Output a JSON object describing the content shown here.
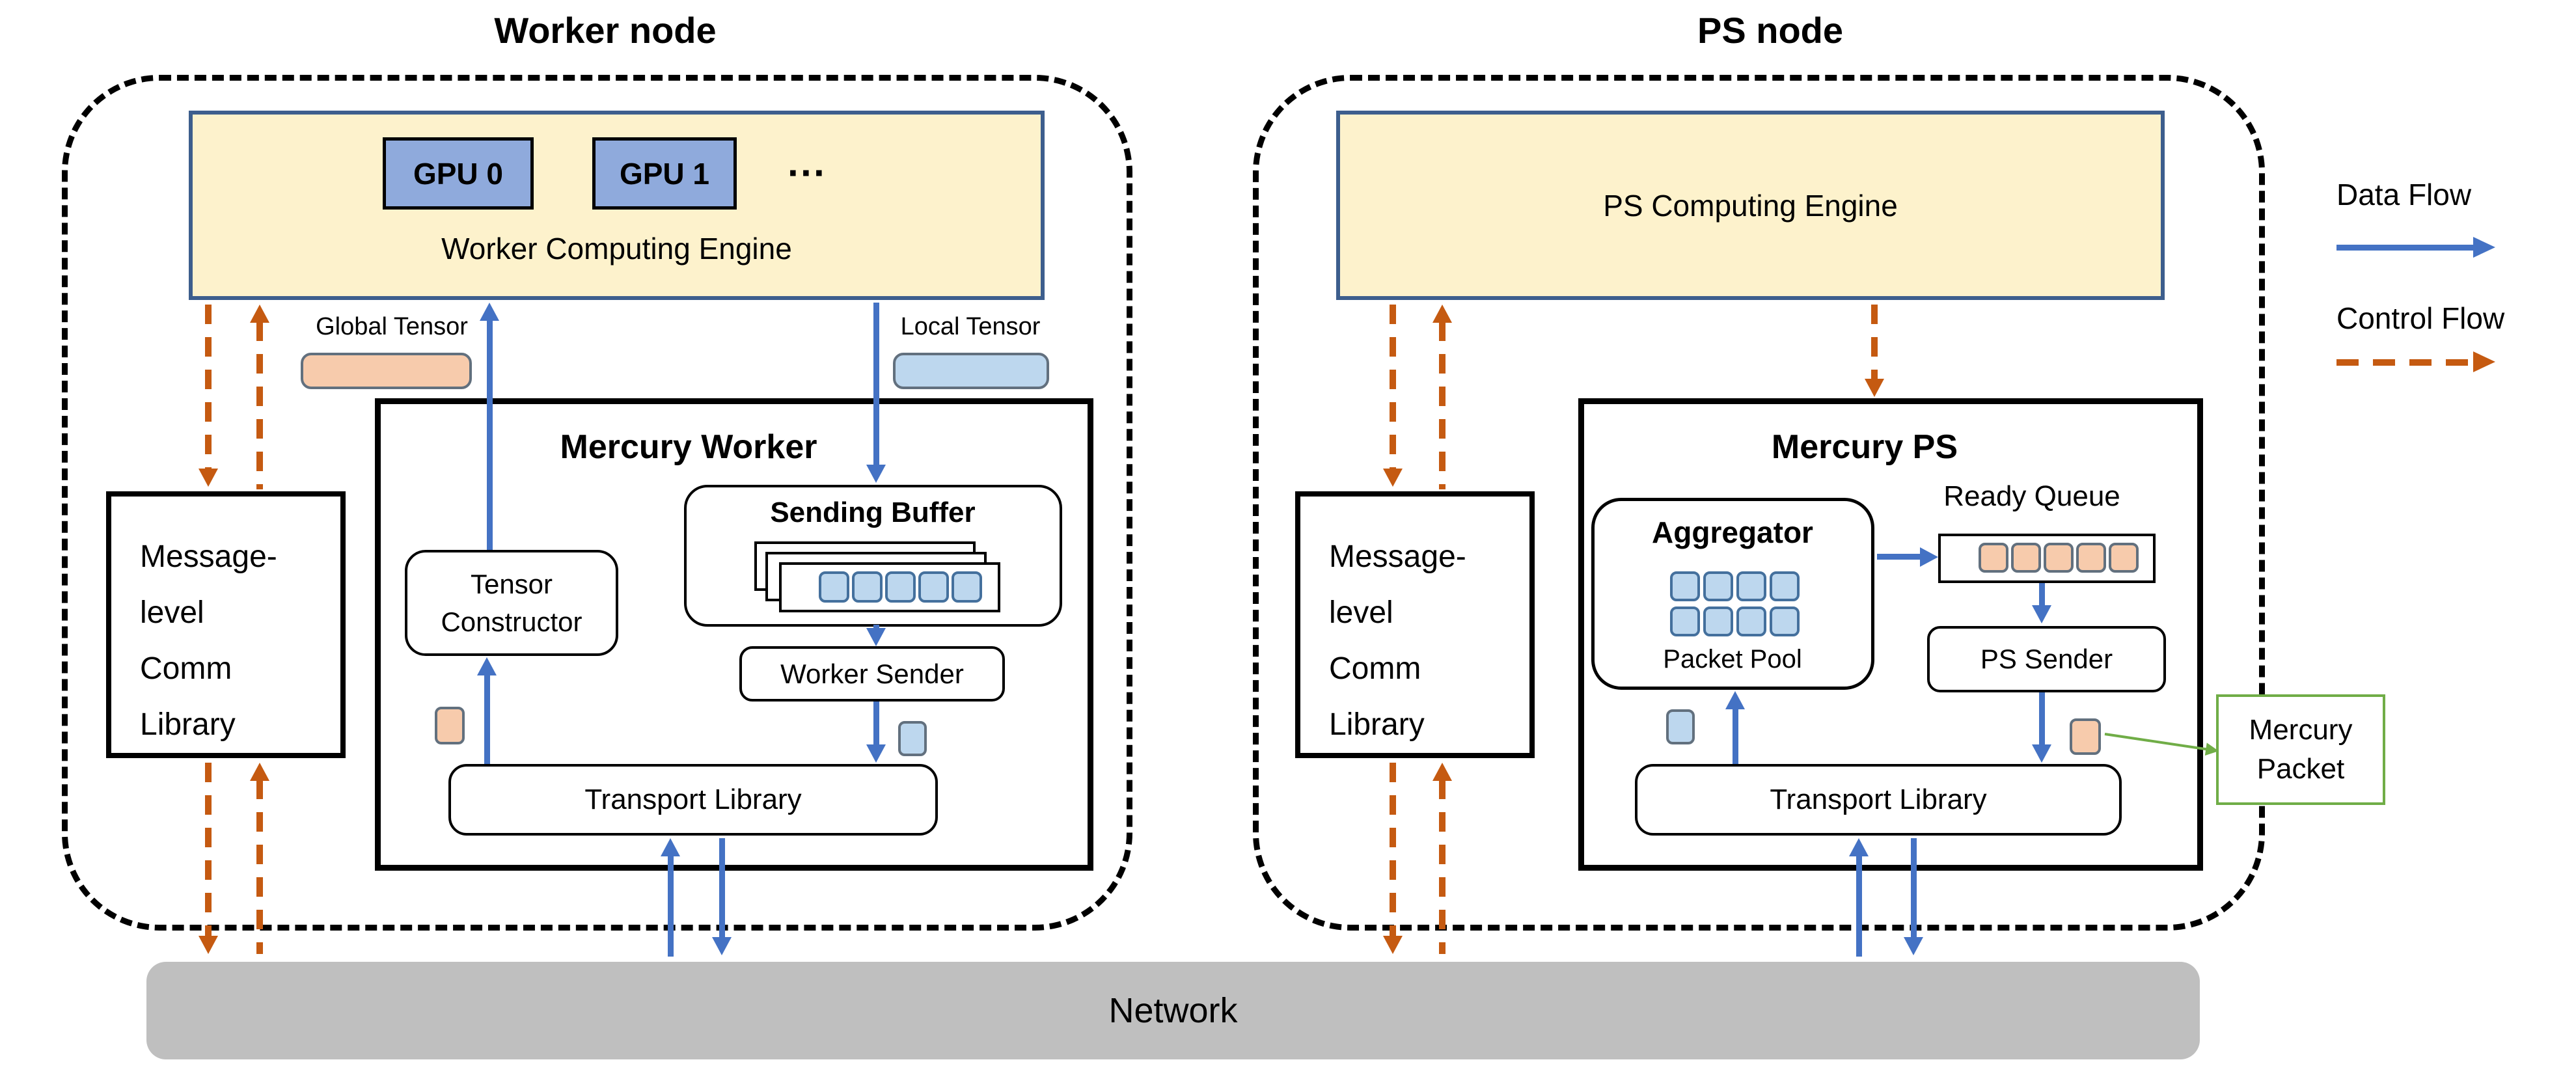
{
  "worker_node": {
    "title": "Worker node",
    "engine": {
      "label": "Worker Computing Engine",
      "gpu0": "GPU 0",
      "gpu1": "GPU 1",
      "more": "···"
    },
    "global_tensor": "Global Tensor",
    "local_tensor": "Local Tensor",
    "comm_library": {
      "line1": "Message-",
      "line2": "level",
      "line3": "Comm",
      "line4": "Library"
    },
    "mercury": {
      "title": "Mercury Worker",
      "tensor_constructor_line1": "Tensor",
      "tensor_constructor_line2": "Constructor",
      "sending_buffer": {
        "label": "Sending Buffer",
        "cell_count": 5
      },
      "worker_sender": "Worker Sender",
      "transport_library": "Transport Library"
    }
  },
  "ps_node": {
    "title": "PS node",
    "engine": {
      "label": "PS Computing Engine"
    },
    "comm_library": {
      "line1": "Message-",
      "line2": "level",
      "line3": "Comm",
      "line4": "Library"
    },
    "mercury": {
      "title": "Mercury PS",
      "aggregator": {
        "label": "Aggregator",
        "pool_label": "Packet Pool",
        "cell_count": 8
      },
      "ready_queue": {
        "label": "Ready Queue",
        "cell_count": 5
      },
      "ps_sender": "PS Sender",
      "transport_library": "Transport Library"
    },
    "mercury_packet": {
      "line1": "Mercury",
      "line2": "Packet"
    }
  },
  "network": {
    "label": "Network"
  },
  "legend": {
    "data_flow": "Data Flow",
    "control_flow": "Control Flow"
  },
  "colors": {
    "data_flow": "#4472C4",
    "control_flow": "#C55A11",
    "engine_fill": "#FDF2CC",
    "engine_border": "#3D5E8D",
    "gpu_fill": "#8FAADC",
    "tensor_blue": "#BDD7EE",
    "tensor_peach": "#F7CBAC",
    "network_gray": "#BFBFBF",
    "packet_green": "#70AD47"
  }
}
